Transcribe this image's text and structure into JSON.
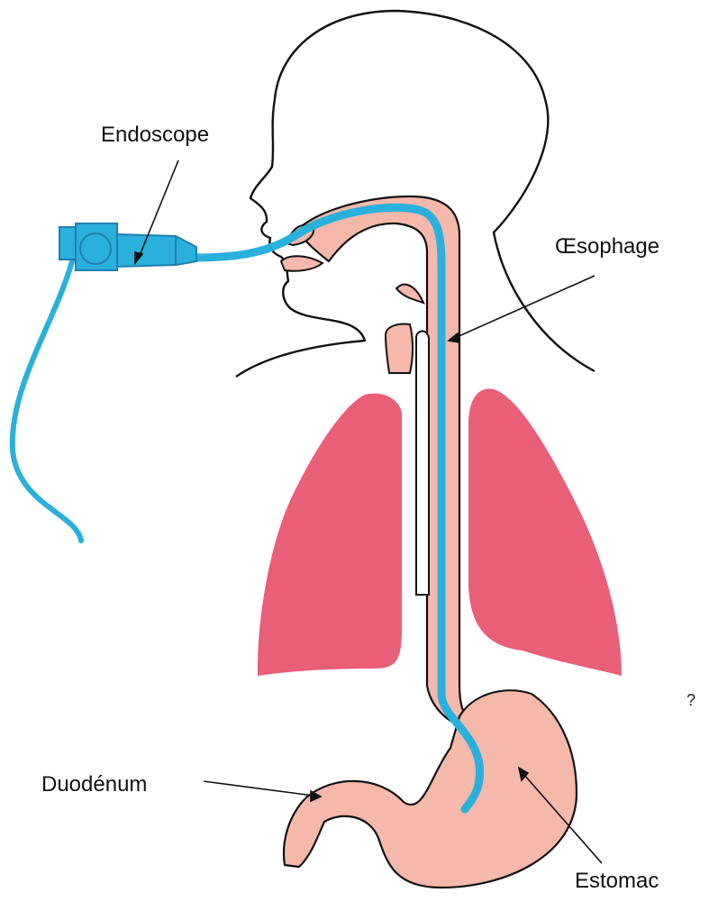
{
  "labels": {
    "endoscope": "Endoscope",
    "oesophagus": "Œsophage",
    "duodenum": "Duodénum",
    "stomach": "Estomac",
    "question_mark": "?"
  },
  "colors": {
    "outline": "#111111",
    "digestive_tract": "#f5b8ab",
    "lungs": "#e95f78",
    "endoscope": "#2ab0dc",
    "endoscope_dark": "#1f7fb0"
  },
  "icons": {
    "endoscope_handle": "endoscope-handle-icon"
  }
}
